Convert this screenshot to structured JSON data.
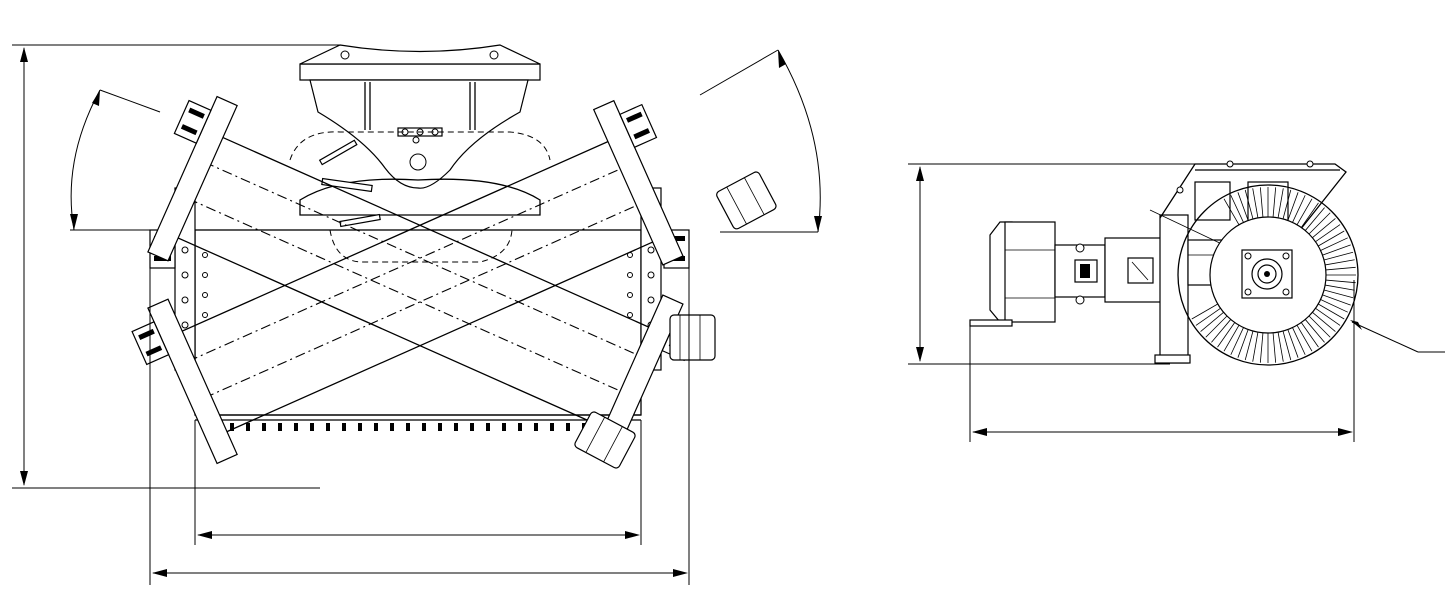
{
  "drawing": {
    "line_color": "#000000",
    "background": "#ffffff",
    "views": [
      {
        "name": "front-view",
        "components": [
          "mounting-bracket",
          "sweeper-frame",
          "angled-brush-positions",
          "hydraulic-motor",
          "swing-arc"
        ]
      },
      {
        "name": "side-view",
        "components": [
          "quick-attach-plate",
          "pivot-frame",
          "brush-hood",
          "cylindrical-brush",
          "bearing-hub",
          "skid-shoe"
        ]
      }
    ]
  }
}
